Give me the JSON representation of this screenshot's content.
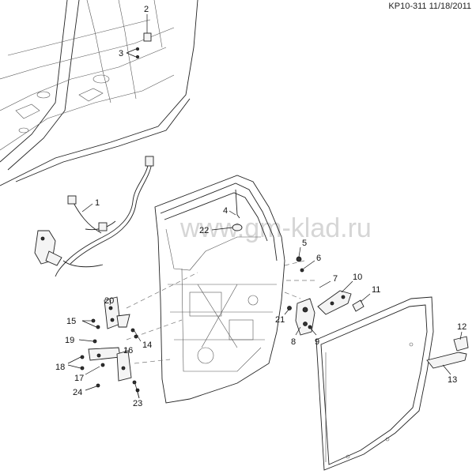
{
  "header": {
    "reference": "KP10-311 11/18/2011"
  },
  "watermark": "www.gm-klad.ru",
  "callouts": [
    "1",
    "2",
    "3",
    "4",
    "5",
    "6",
    "7",
    "8",
    "9",
    "10",
    "11",
    "12",
    "13",
    "14",
    "15",
    "16",
    "17",
    "18",
    "19",
    "20",
    "21",
    "22",
    "23",
    "24"
  ]
}
